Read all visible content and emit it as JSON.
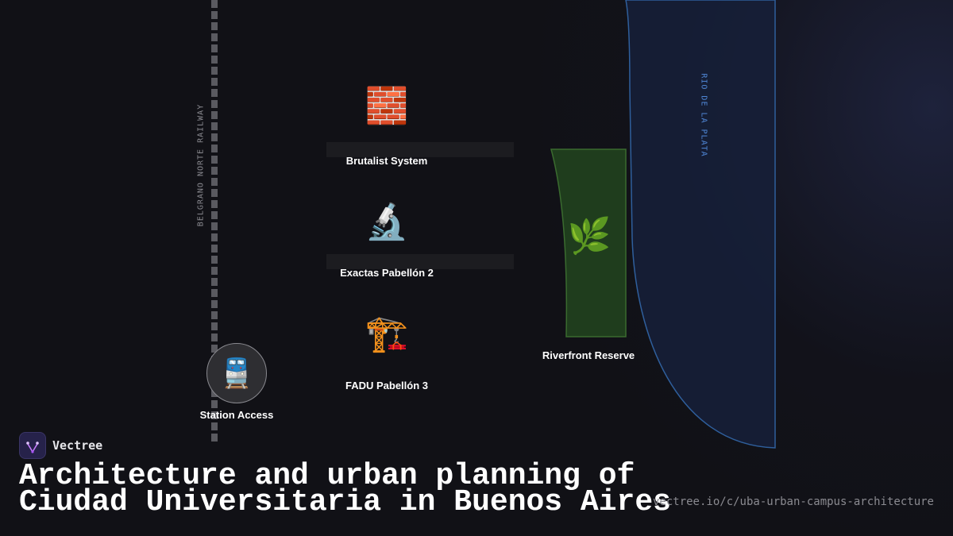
{
  "map": {
    "railway": {
      "label": "BELGRANO NORTE RAILWAY"
    },
    "river": {
      "label": "RIO DE LA PLATA",
      "color": "#4f87d6"
    },
    "landmarks": [
      {
        "label": "Brutalist System",
        "icon": "brick-icon",
        "glyph": "🧱"
      },
      {
        "label": "Exactas Pabellón 2",
        "icon": "microscope-icon",
        "glyph": "🔬"
      },
      {
        "label": "FADU Pabellón 3",
        "icon": "crane-icon",
        "glyph": "🏗️"
      },
      {
        "label": "Riverfront Reserve",
        "icon": "herb-icon",
        "glyph": "🌿"
      },
      {
        "label": "Station Access",
        "icon": "train-icon",
        "glyph": "🚆"
      }
    ],
    "reserve_color": "#1f3d1d"
  },
  "footer": {
    "brand": "Vectree",
    "title_lines": [
      "Architecture and urban planning of",
      "Ciudad Universitaria in Buenos Aires"
    ],
    "url": "vectree.io/c/uba-urban-campus-architecture"
  }
}
